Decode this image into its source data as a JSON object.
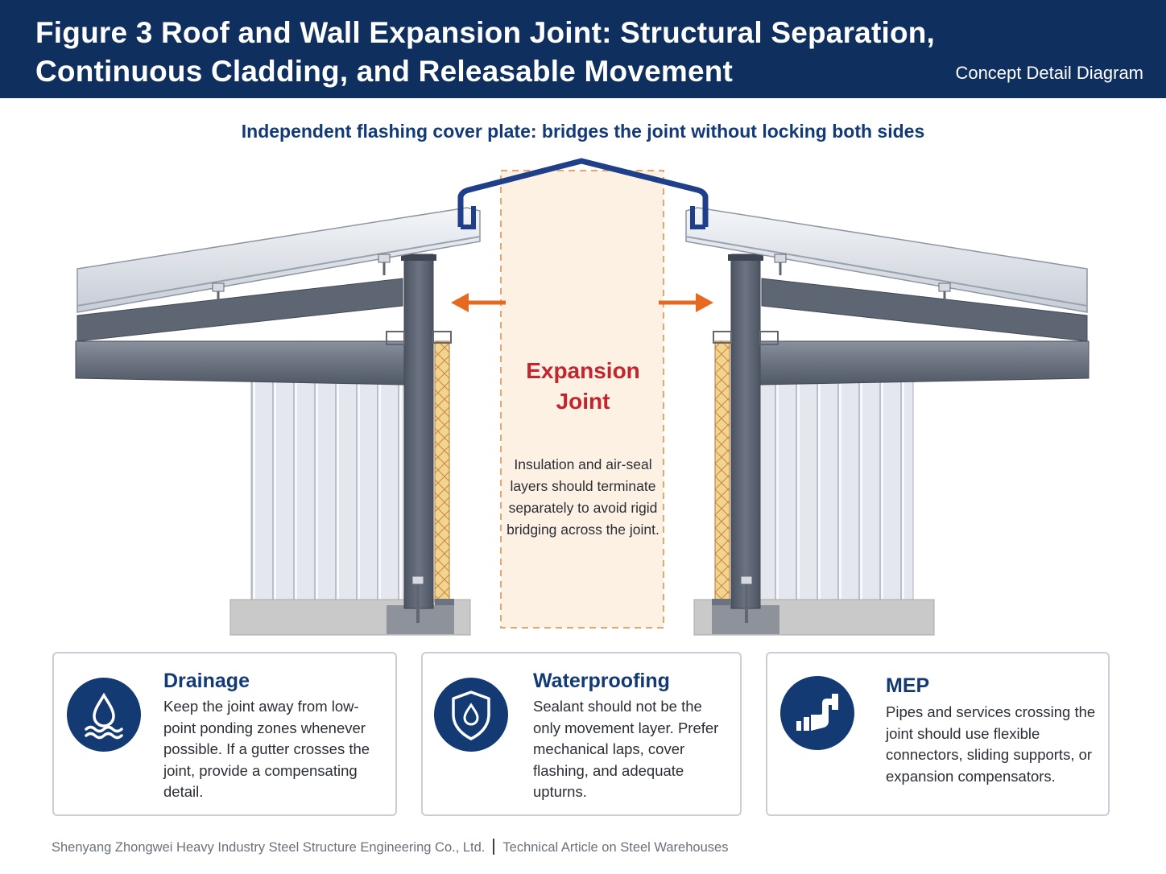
{
  "header": {
    "title_line1": "Figure 3  Roof and Wall Expansion Joint: Structural Separation,",
    "title_line2": "Continuous Cladding, and Releasable Movement",
    "subtitle": "Concept Detail Diagram"
  },
  "diagram": {
    "flashing_caption": "Independent flashing cover plate: bridges the joint without locking both sides",
    "joint_title": "Expansion Joint",
    "joint_title_line1": "Expansion",
    "joint_title_line2": "Joint",
    "joint_note": "Insulation and air-seal layers should terminate separately to avoid rigid bridging across the joint.",
    "colors": {
      "arrow": "#e56a1f",
      "joint_fill": "#fdf1e4",
      "joint_border": "#e9a56d",
      "flashing": "#1f3f8a",
      "steel": "#596170",
      "cladding": "#dfe3ea",
      "insulation": "#f0cf86",
      "concrete": "#c8c8c8"
    }
  },
  "cards": [
    {
      "icon": "water-drop-waves-icon",
      "title": "Drainage",
      "text": "Keep the joint away from low-point ponding zones whenever possible. If a gutter crosses the joint, provide a compensating detail."
    },
    {
      "icon": "shield-drop-icon",
      "title": "Waterproofing",
      "text": "Sealant should not be the only movement layer. Prefer mechanical laps, cover flashing, and adequate upturns."
    },
    {
      "icon": "pipe-icon",
      "title": "MEP",
      "text": "Pipes and services crossing the joint should use flexible connectors, sliding supports, or expansion compensators."
    }
  ],
  "footer": {
    "company": "Shenyang Zhongwei Heavy Industry Steel Structure Engineering Co., Ltd.",
    "article": "Technical Article on Steel Warehouses"
  }
}
